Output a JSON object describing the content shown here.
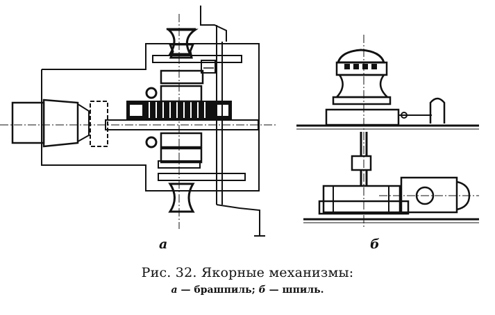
{
  "figure": {
    "label_a": "а",
    "label_b": "б"
  },
  "caption": {
    "title": "Рис. 32. Якорные механизмы:",
    "part_a_letter": "а",
    "part_a_text": " — брашпиль; ",
    "part_b_letter": "б",
    "part_b_text": " — шпиль."
  }
}
